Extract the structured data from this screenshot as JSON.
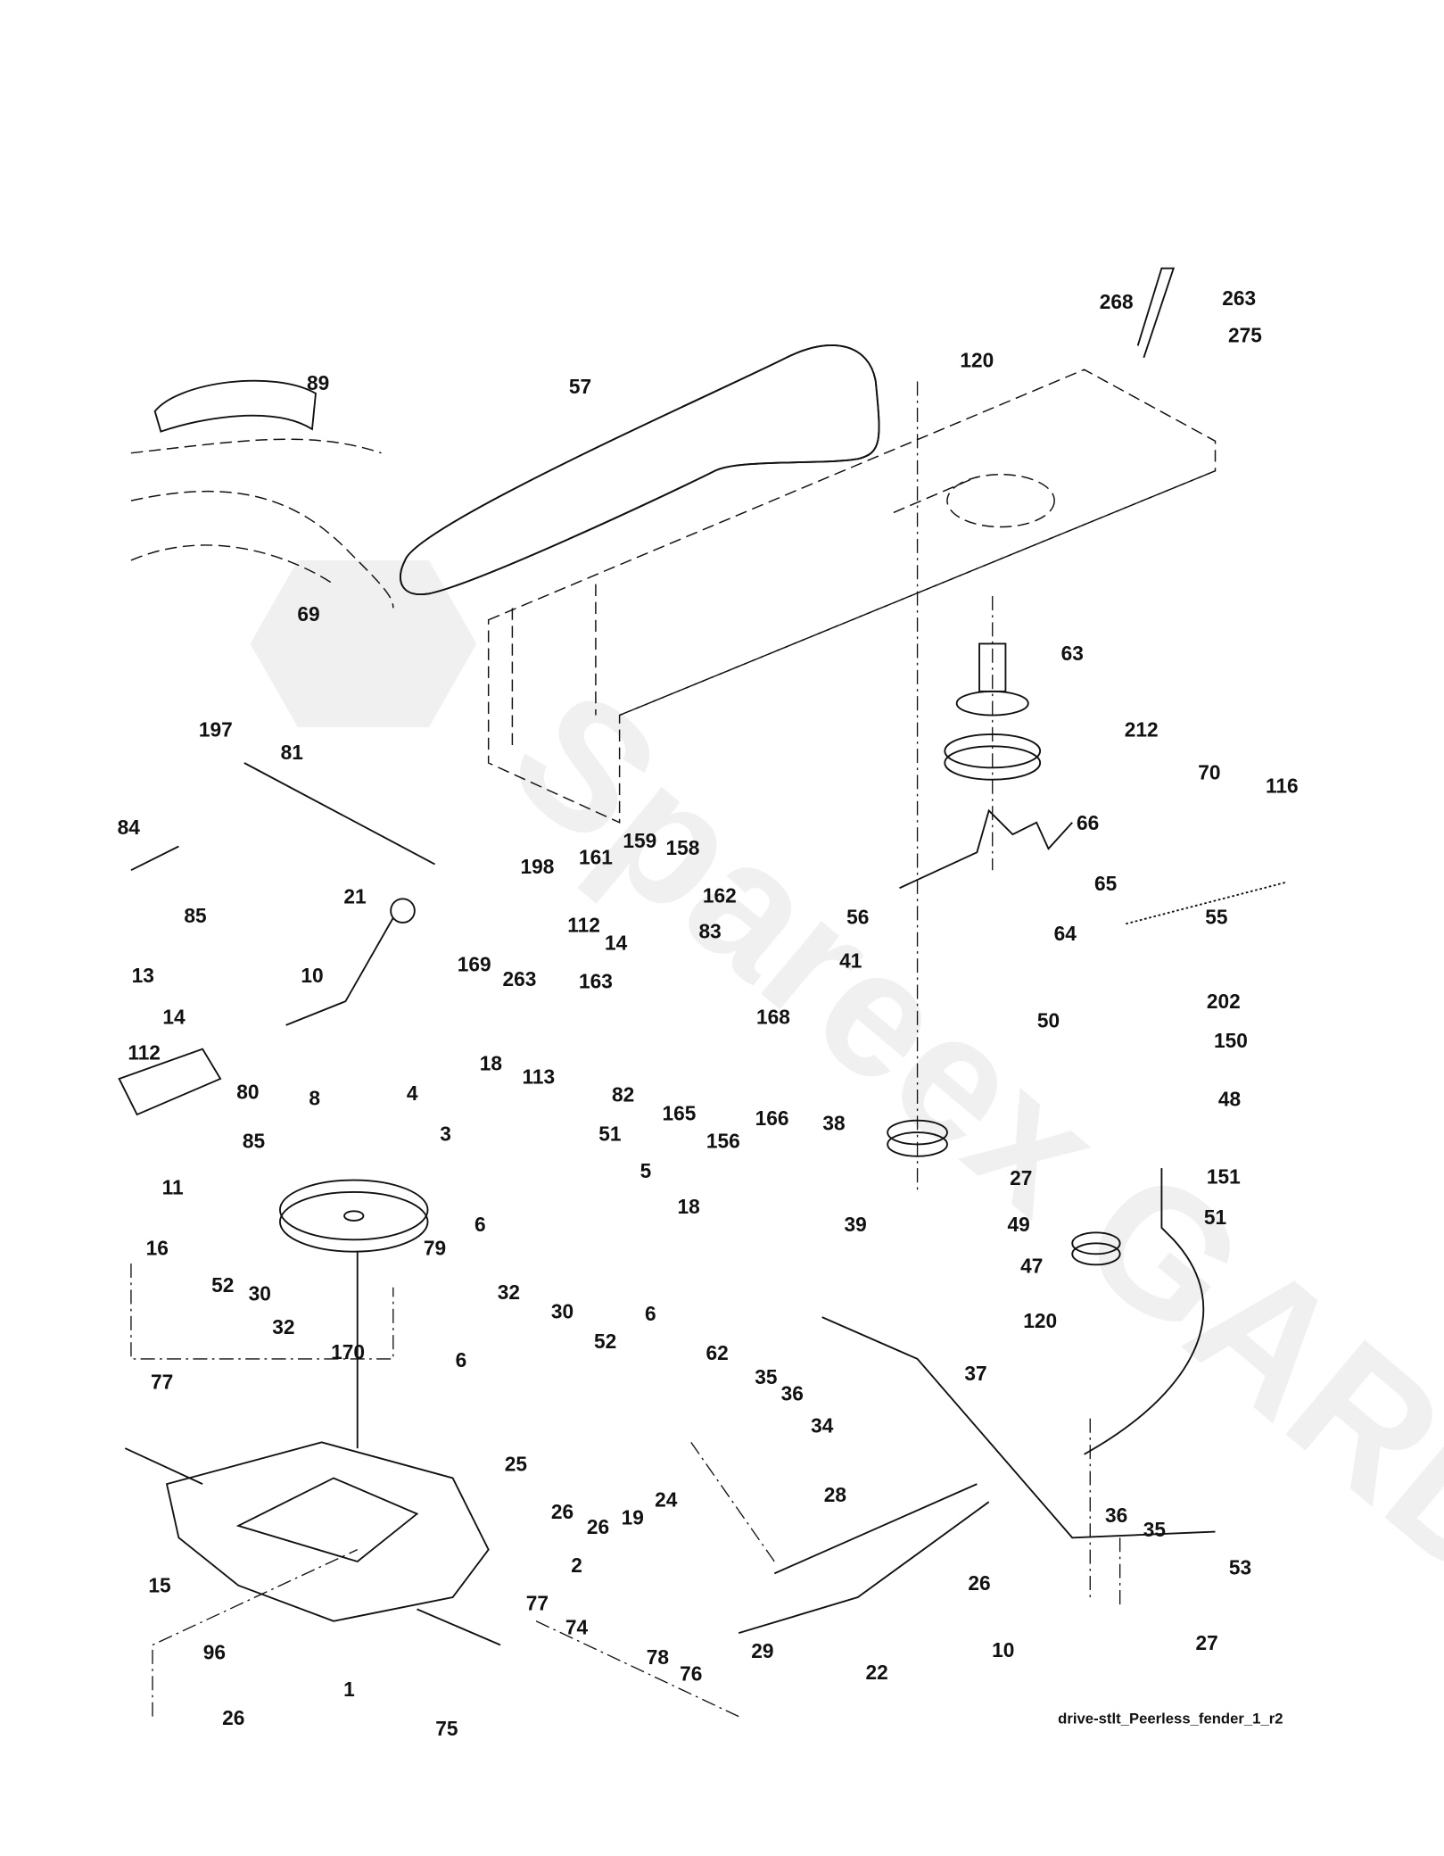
{
  "diagram": {
    "caption": "drive-stlt_Peerless_fender_1_r2",
    "watermark": "Spareex GARDEN",
    "callouts": [
      "268",
      "263",
      "275",
      "120",
      "57",
      "89",
      "69",
      "63",
      "212",
      "70",
      "116",
      "66",
      "197",
      "81",
      "84",
      "198",
      "161",
      "159",
      "158",
      "162",
      "112",
      "14",
      "163",
      "83",
      "169",
      "263",
      "85",
      "21",
      "65",
      "55",
      "56",
      "64",
      "10",
      "13",
      "14",
      "112",
      "80",
      "85",
      "11",
      "8",
      "4",
      "3",
      "18",
      "113",
      "51",
      "82",
      "165",
      "168",
      "156",
      "166",
      "41",
      "50",
      "202",
      "150",
      "48",
      "38",
      "27",
      "151",
      "51",
      "49",
      "47",
      "120",
      "39",
      "6",
      "5",
      "18",
      "79",
      "6",
      "16",
      "52",
      "30",
      "32",
      "32",
      "30",
      "52",
      "170",
      "6",
      "77",
      "62",
      "35",
      "36",
      "34",
      "37",
      "25",
      "26",
      "19",
      "24",
      "26",
      "2",
      "28",
      "36",
      "35",
      "53",
      "26",
      "15",
      "77",
      "29",
      "10",
      "27",
      "22",
      "96",
      "74",
      "78",
      "76",
      "1",
      "26",
      "75"
    ]
  }
}
